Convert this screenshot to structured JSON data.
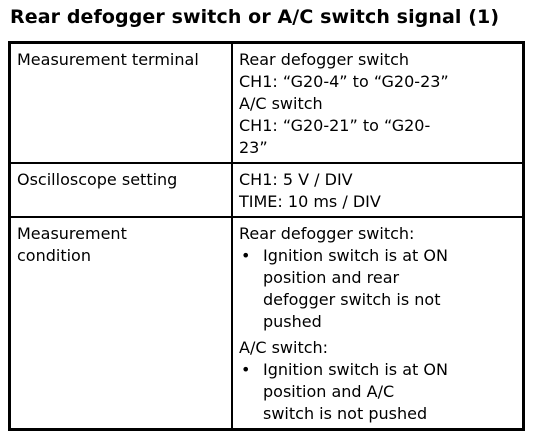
{
  "title": "Rear defogger switch or A/C switch signal (1)",
  "rows": [
    {
      "label": "Measurement terminal",
      "value_lines": [
        "Rear defogger switch",
        "CH1: “G20-4” to “G20-23”",
        "A/C switch",
        "CH1: “G20-21” to “G20-",
        "23”"
      ]
    },
    {
      "label": "Oscilloscope setting",
      "value_lines": [
        "CH1: 5 V / DIV",
        "TIME: 10 ms / DIV"
      ]
    },
    {
      "label_lines": [
        "Measurement",
        "condition"
      ],
      "sections": [
        {
          "heading": "Rear defogger switch:",
          "bullet_lines": [
            "Ignition switch is at ON",
            "position and rear",
            "defogger switch is not",
            "pushed"
          ]
        },
        {
          "heading": "A/C switch:",
          "bullet_lines": [
            "Ignition switch is at ON",
            "position and A/C",
            "switch is not pushed"
          ]
        }
      ]
    }
  ],
  "bullet_char": "•"
}
